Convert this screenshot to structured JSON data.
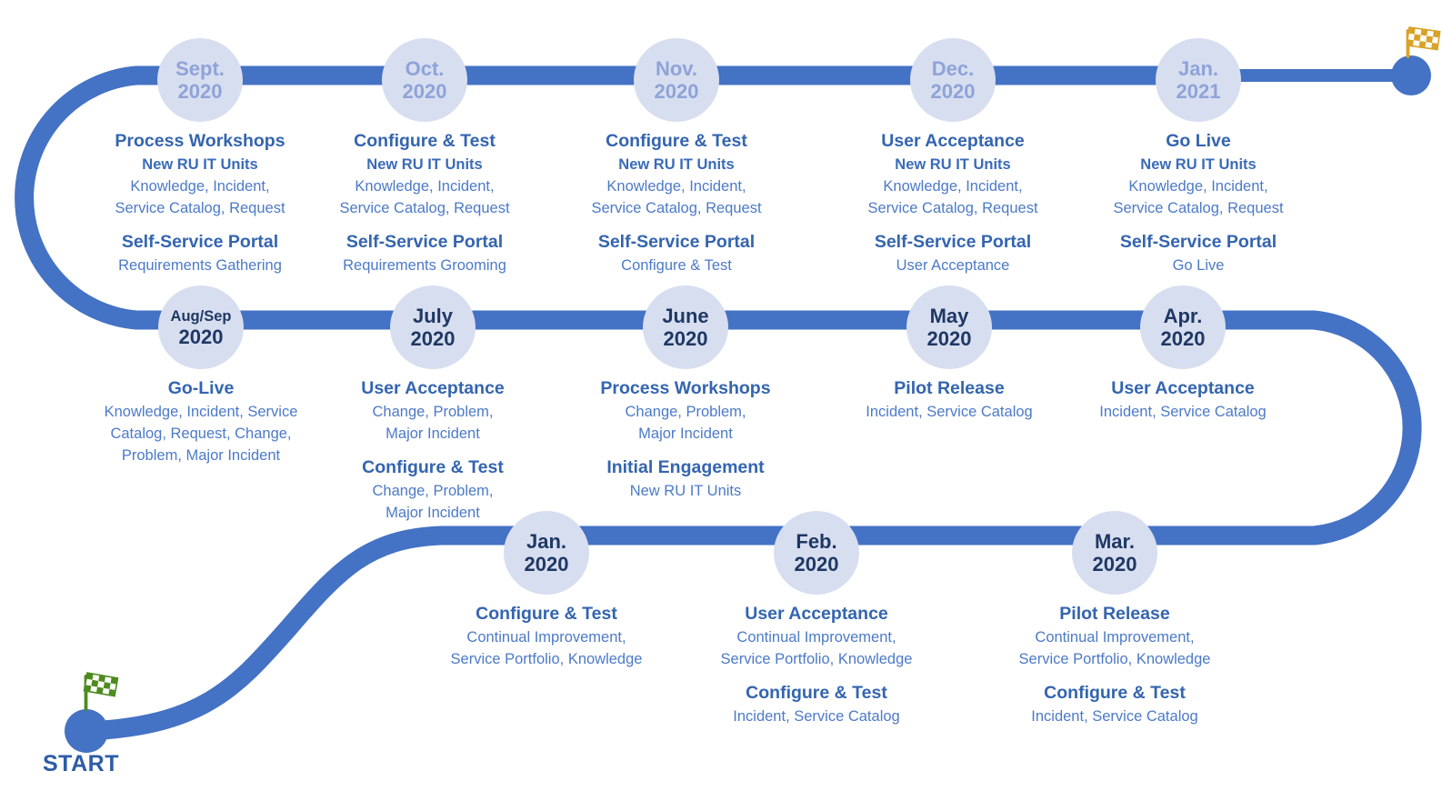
{
  "diagram": {
    "type": "snake-timeline",
    "colors": {
      "track_blue": "#4472C4",
      "circle_fill": "#D7DEF0",
      "month_text_light": "#8FA3D8",
      "month_text_dark": "#1F3864",
      "heading_blue": "#3465AF",
      "body_blue": "#4C7AC8",
      "start_flag_green": "#4E8B1F",
      "finish_flag_gold": "#D9A228"
    },
    "icons": {
      "start": "checkered-flag-green",
      "finish": "checkered-flag-gold"
    }
  },
  "start": {
    "label": "START"
  },
  "milestones": [
    {
      "id": "jan-2020",
      "month": "Jan.",
      "year": "2020",
      "blocks": [
        {
          "title": "Configure & Test",
          "lines": [
            "Continual Improvement,",
            "Service Portfolio, Knowledge"
          ]
        }
      ]
    },
    {
      "id": "feb-2020",
      "month": "Feb.",
      "year": "2020",
      "blocks": [
        {
          "title": "User Acceptance",
          "lines": [
            "Continual Improvement,",
            "Service Portfolio, Knowledge"
          ]
        },
        {
          "title": "Configure & Test",
          "lines": [
            "Incident, Service Catalog"
          ]
        }
      ]
    },
    {
      "id": "mar-2020",
      "month": "Mar.",
      "year": "2020",
      "blocks": [
        {
          "title": "Pilot Release",
          "lines": [
            "Continual Improvement,",
            "Service Portfolio, Knowledge"
          ]
        },
        {
          "title": "Configure & Test",
          "lines": [
            "Incident, Service Catalog"
          ]
        }
      ]
    },
    {
      "id": "apr-2020",
      "month": "Apr.",
      "year": "2020",
      "blocks": [
        {
          "title": "User Acceptance",
          "lines": [
            "Incident, Service Catalog"
          ]
        }
      ]
    },
    {
      "id": "may-2020",
      "month": "May",
      "year": "2020",
      "blocks": [
        {
          "title": "Pilot Release",
          "lines": [
            "Incident, Service Catalog"
          ]
        }
      ]
    },
    {
      "id": "june-2020",
      "month": "June",
      "year": "2020",
      "blocks": [
        {
          "title": "Process Workshops",
          "lines": [
            "Change, Problem,",
            "Major Incident"
          ]
        },
        {
          "title": "Initial Engagement",
          "lines": [
            "New RU IT Units"
          ]
        }
      ]
    },
    {
      "id": "july-2020",
      "month": "July",
      "year": "2020",
      "blocks": [
        {
          "title": "User Acceptance",
          "lines": [
            "Change, Problem,",
            "Major Incident"
          ]
        },
        {
          "title": "Configure & Test",
          "lines": [
            "Change, Problem,",
            "Major Incident"
          ]
        }
      ]
    },
    {
      "id": "aug-sep-2020",
      "month": "Aug/Sep",
      "year": "2020",
      "blocks": [
        {
          "title": "Go-Live",
          "lines": [
            "Knowledge, Incident, Service",
            "Catalog, Request, Change,",
            "Problem, Major Incident"
          ]
        }
      ]
    },
    {
      "id": "sept-2020",
      "month": "Sept.",
      "year": "2020",
      "blocks": [
        {
          "title": "Process Workshops",
          "subtitle": "New RU IT Units",
          "lines": [
            "Knowledge, Incident,",
            "Service Catalog, Request"
          ]
        },
        {
          "title": "Self-Service Portal",
          "lines": [
            "Requirements Gathering"
          ]
        }
      ]
    },
    {
      "id": "oct-2020",
      "month": "Oct.",
      "year": "2020",
      "blocks": [
        {
          "title": "Configure & Test",
          "subtitle": "New RU IT Units",
          "lines": [
            "Knowledge, Incident,",
            "Service Catalog, Request"
          ]
        },
        {
          "title": "Self-Service Portal",
          "lines": [
            "Requirements Grooming"
          ]
        }
      ]
    },
    {
      "id": "nov-2020",
      "month": "Nov.",
      "year": "2020",
      "blocks": [
        {
          "title": "Configure & Test",
          "subtitle": "New RU IT Units",
          "lines": [
            "Knowledge, Incident,",
            "Service Catalog, Request"
          ]
        },
        {
          "title": "Self-Service Portal",
          "lines": [
            "Configure & Test"
          ]
        }
      ]
    },
    {
      "id": "dec-2020",
      "month": "Dec.",
      "year": "2020",
      "blocks": [
        {
          "title": "User Acceptance",
          "subtitle": "New RU IT Units",
          "lines": [
            "Knowledge, Incident,",
            "Service Catalog, Request"
          ]
        },
        {
          "title": "Self-Service Portal",
          "lines": [
            "User Acceptance"
          ]
        }
      ]
    },
    {
      "id": "jan-2021",
      "month": "Jan.",
      "year": "2021",
      "blocks": [
        {
          "title": "Go Live",
          "subtitle": "New RU IT Units",
          "lines": [
            "Knowledge, Incident,",
            "Service Catalog, Request"
          ]
        },
        {
          "title": "Self-Service Portal",
          "lines": [
            "Go Live"
          ]
        }
      ]
    }
  ]
}
